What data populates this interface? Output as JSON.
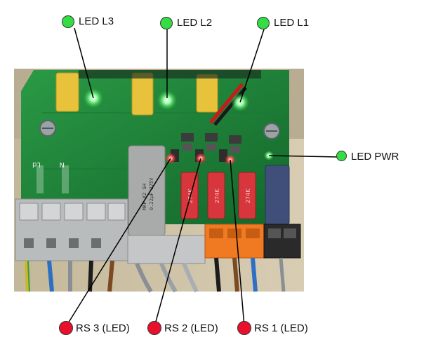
{
  "labels": {
    "led_l3": "LED L3",
    "led_l2": "LED L2",
    "led_l1": "LED L1",
    "led_pwr": "LED PWR",
    "rs3": "RS 3 (LED)",
    "rs2": "RS 2 (LED)",
    "rs1": "RS 1 (LED)"
  },
  "board_marks": {
    "cap_text_1": "MKP X2 SH",
    "cap_text_2": "0.22µF 275V",
    "varistor": "274K",
    "silk": "Ld",
    "silk2": "N"
  },
  "colors": {
    "green_led": "#33dd44",
    "red_led": "#e8102a",
    "pcb": "#1f8a3a",
    "capacitor_yellow": "#e8c23a",
    "varistor_red": "#d8363d",
    "terminal_grey": "#b9bcbd",
    "terminal_orange": "#f07a22",
    "terminal_black": "#2a2a2a"
  }
}
